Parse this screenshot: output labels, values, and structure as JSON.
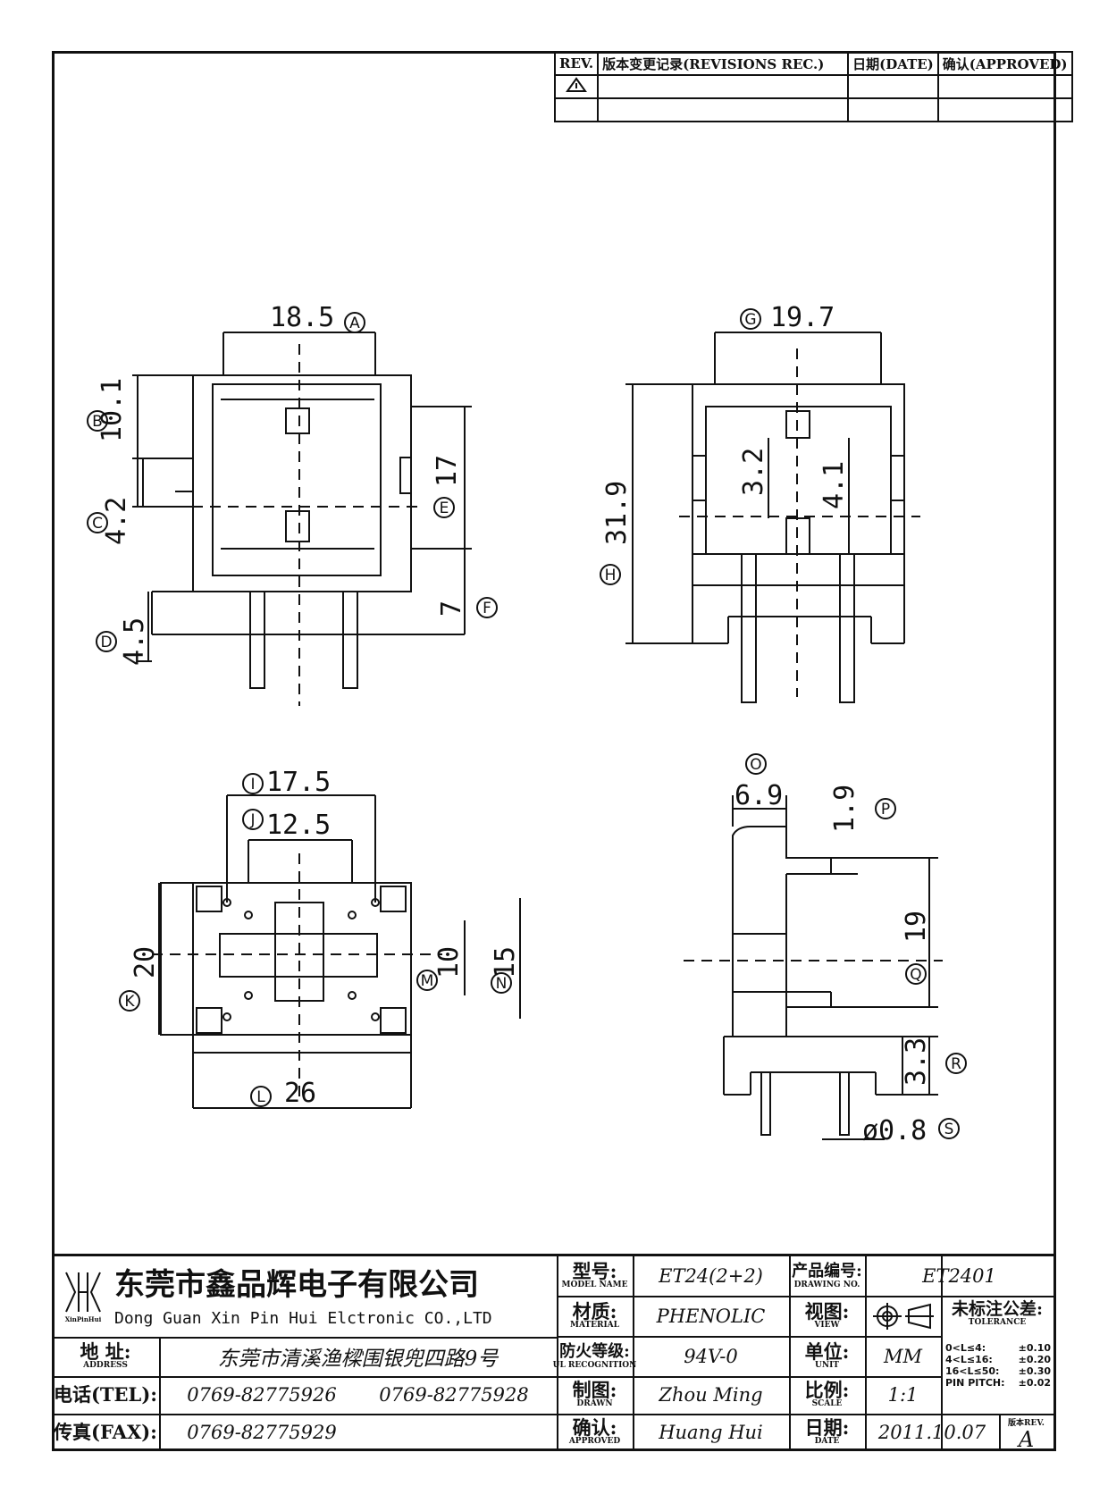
{
  "revision_block": {
    "headers": [
      "REV.",
      "版本变更记录(REVISIONS REC.)",
      "日期(DATE)",
      "确认(APPROVED)"
    ],
    "rows": [
      [
        "",
        "",
        "",
        ""
      ]
    ]
  },
  "dimensions": {
    "A": "18.5",
    "B": "10.1",
    "C": "4.2",
    "D": "4.5",
    "E": "17",
    "F": "7",
    "G": "19.7",
    "H": "31.9",
    "inner_1": "3.2",
    "inner_2": "4.1",
    "I": "17.5",
    "J": "12.5",
    "K": "20",
    "L": "26",
    "M": "10",
    "N": "15",
    "O": "6.9",
    "P": "1.9",
    "Q": "19",
    "R": "3.3",
    "S": "ø0.8"
  },
  "title_block": {
    "company_cn": "东莞市鑫品辉电子有限公司",
    "company_en": "Dong Guan Xin Pin Hui Elctronic CO.,LTD",
    "logo_text": "XinPinHui",
    "address_label": "地 址:",
    "address_label_en": "ADDRESS",
    "address_value": "东莞市清溪渔樑围银兜四路9号",
    "tel_label": "电话(TEL):",
    "tel_value_1": "0769-82775926",
    "tel_value_2": "0769-82775928",
    "fax_label": "传真(FAX):",
    "fax_value": "0769-82775929",
    "model_label": "型号:",
    "model_label_en": "MODEL NAME",
    "model_value": "ET24(2+2)",
    "material_label": "材质:",
    "material_label_en": "MATERIAL",
    "material_value": "PHENOLIC",
    "fire_label": "防火等级:",
    "fire_label_en": "UL RECOGNITION",
    "fire_value": "94V-0",
    "drawn_label": "制图:",
    "drawn_label_en": "DRAWN",
    "drawn_value": "Zhou Ming",
    "approved_label": "确认:",
    "approved_label_en": "APPROVED",
    "approved_value": "Huang Hui",
    "drawing_no_label": "产品编号:",
    "drawing_no_label_en": "DRAWING NO.",
    "drawing_no_value": "ET2401",
    "view_label": "视图:",
    "view_label_en": "VIEW",
    "unit_label": "单位:",
    "unit_label_en": "UNIT",
    "unit_value": "MM",
    "scale_label": "比例:",
    "scale_label_en": "SCALE",
    "scale_value": "1:1",
    "date_label": "日期:",
    "date_label_en": "DATE",
    "date_value": "2011.10.07",
    "tolerance_label": "未标注公差:",
    "tolerance_label_en": "TOLERANCE",
    "tolerance_rows": [
      [
        "0<L≤4:",
        "±0.10"
      ],
      [
        "4<L≤16:",
        "±0.20"
      ],
      [
        "16<L≤50:",
        "±0.30"
      ],
      [
        "PIN PITCH:",
        "±0.02"
      ]
    ],
    "rev_label": "版本REV.",
    "rev_value": "A"
  }
}
